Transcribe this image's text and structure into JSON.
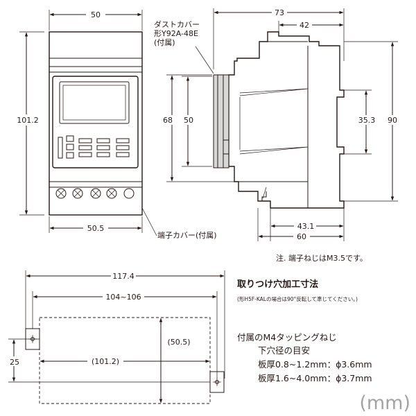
{
  "front_view": {
    "width_top": "50",
    "height": "101.2",
    "width_bottom": "50.5"
  },
  "side_view": {
    "depth_total": "73",
    "depth_upper": "42",
    "cover_height": "68",
    "window_height": "50",
    "rail_height": "35.3",
    "body_height": "90",
    "depth_43": "43.1",
    "depth_60": "60"
  },
  "labels": {
    "dust_cover_line1": "ダストカバー",
    "dust_cover_line2": "形Y92A-48E",
    "dust_cover_line3": "(付属)",
    "terminal_cover": "端子カバー(付属)",
    "note": "注.  端子ねじはM3.5です。"
  },
  "mounting": {
    "title": "取りつけ穴加工寸法",
    "subnote": "(形H5F-KALの場合は90°反転して準じてください。)",
    "overall_width": "117.4",
    "hole_pitch": "104~106",
    "inner_width": "(101.2)",
    "inner_height": "(50.5)",
    "offset": "25"
  },
  "screw_spec": {
    "line1": "付属のM4タッピングねじ",
    "line2": "下穴径の目安",
    "line3": "板厚0.8~1.2mm：ϕ3.6mm",
    "line4": "板厚1.6~4.0mm：ϕ3.7mm"
  },
  "unit_label": "(mm)"
}
